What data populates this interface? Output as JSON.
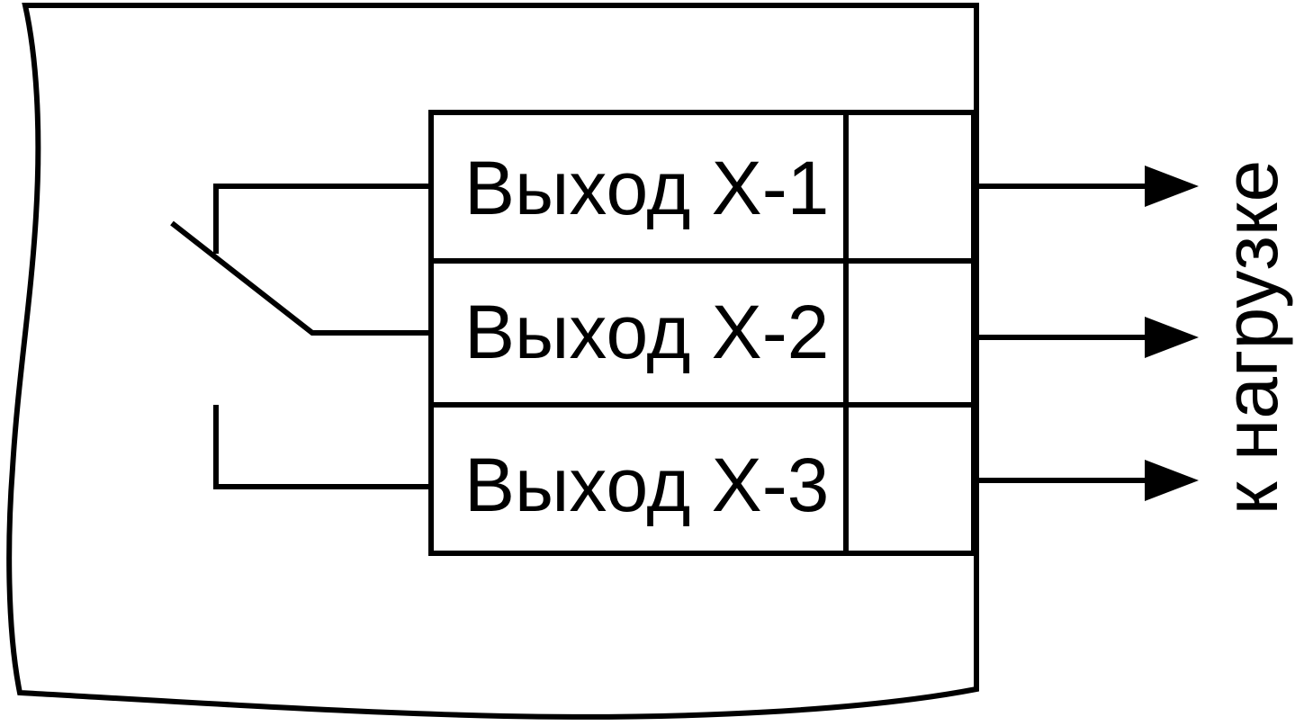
{
  "outputs": [
    {
      "label": "Выход Х-1"
    },
    {
      "label": "Выход Х-2"
    },
    {
      "label": "Выход Х-3"
    }
  ],
  "load_label": "к нагрузке",
  "colors": {
    "line": "#000000",
    "background": "#ffffff"
  }
}
